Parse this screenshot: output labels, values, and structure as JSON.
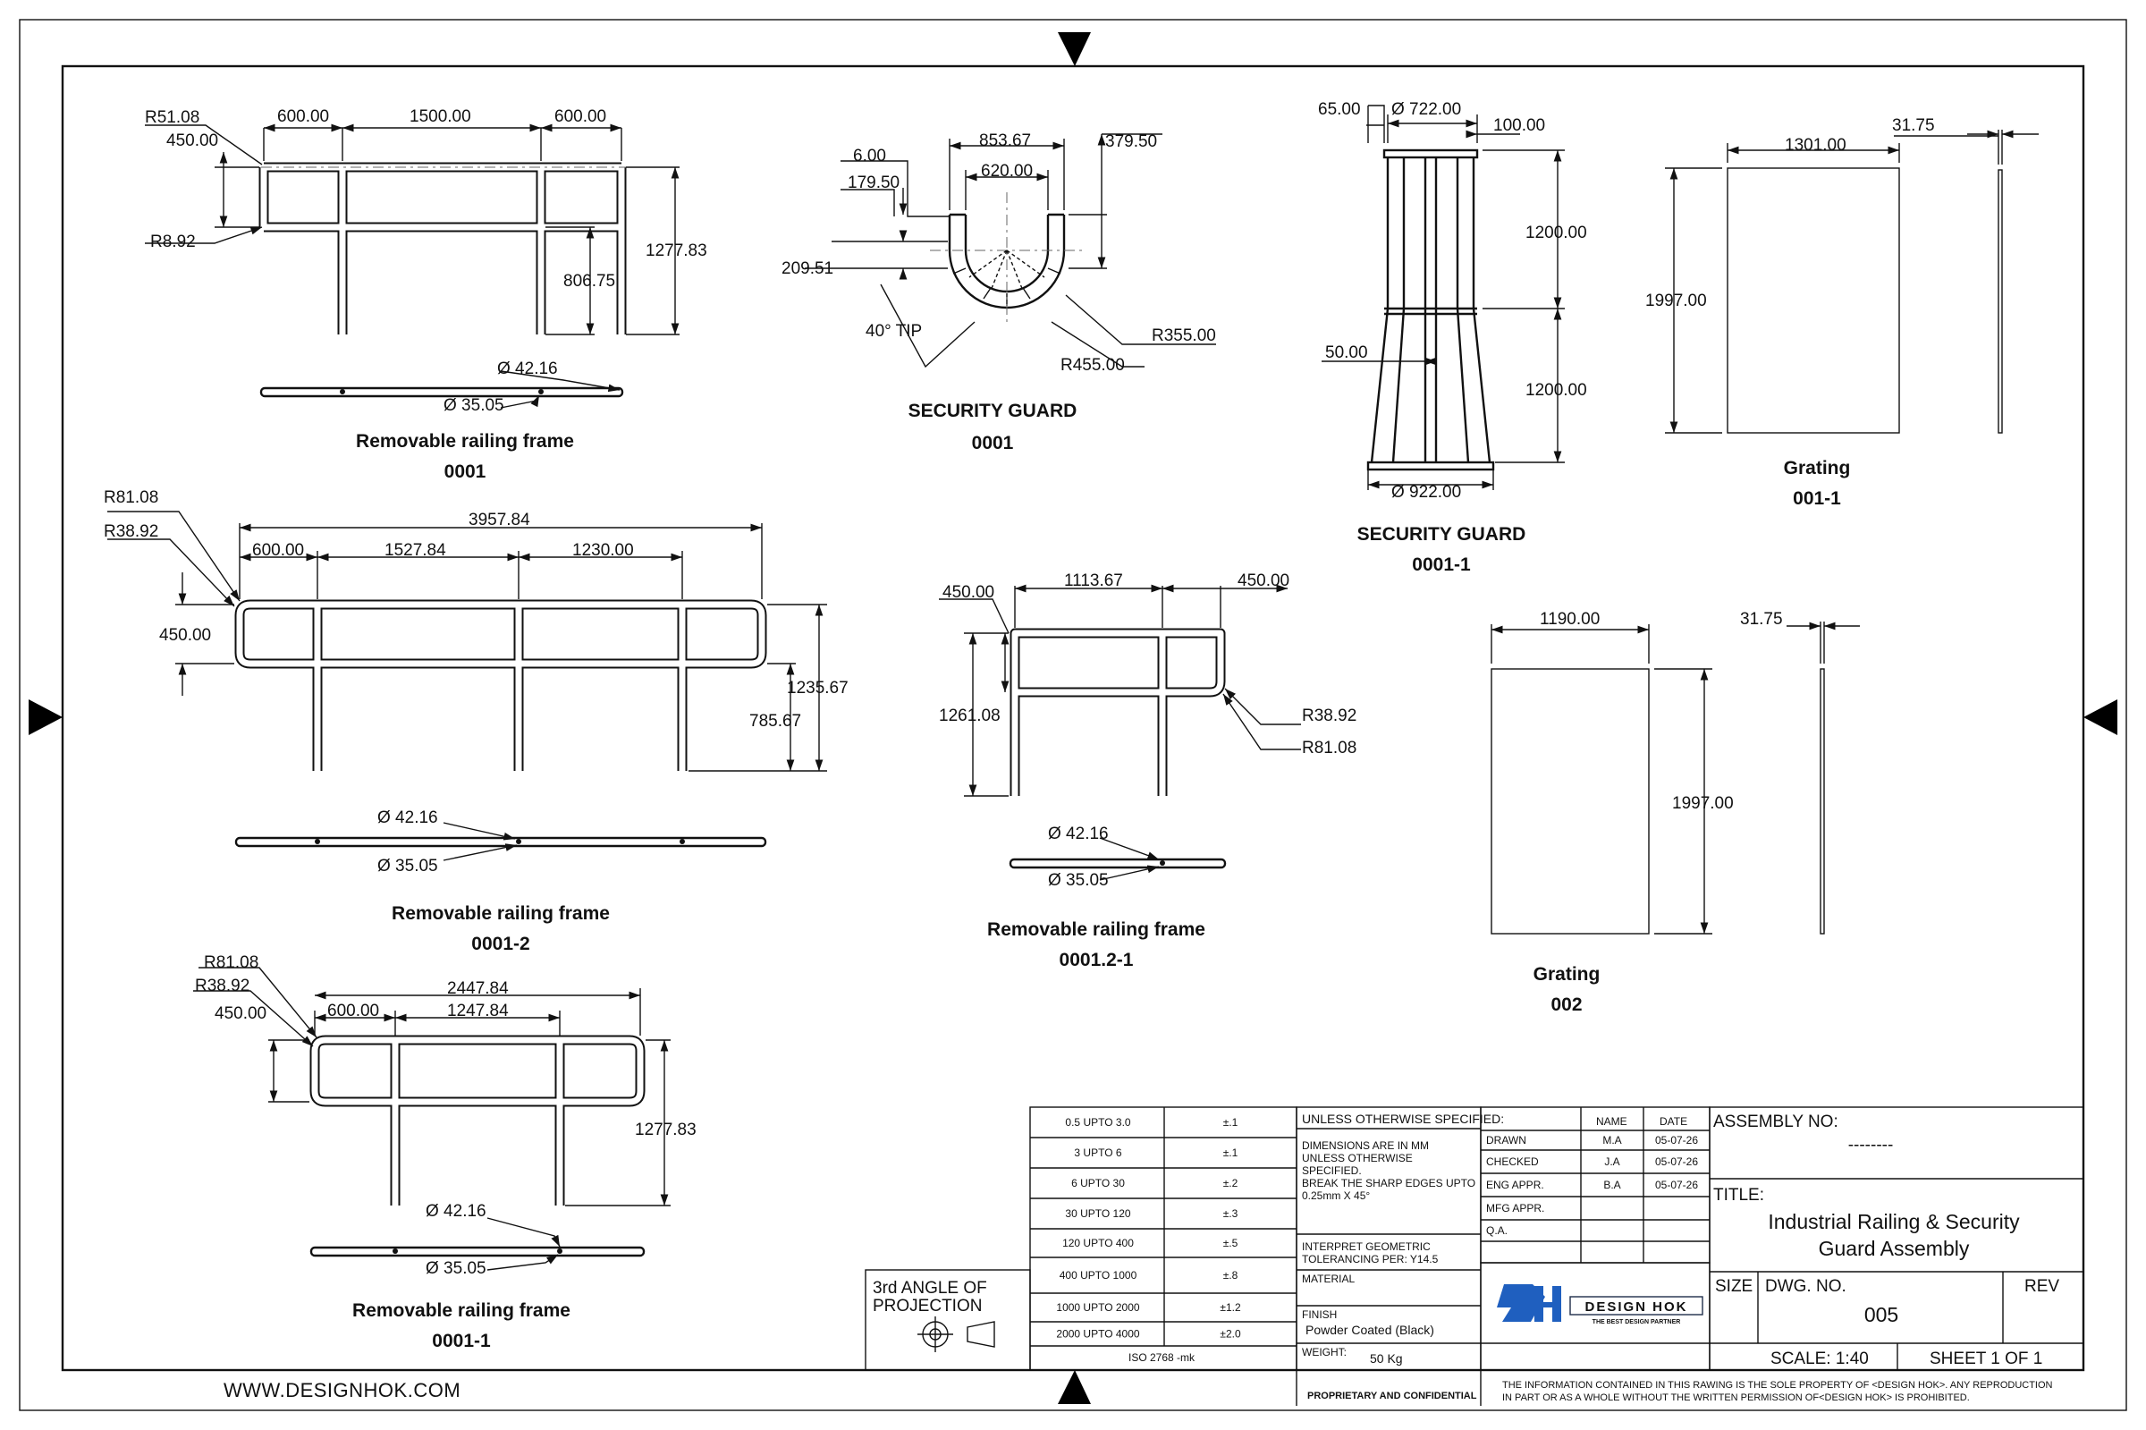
{
  "website": "WWW.DESIGNHOK.COM",
  "views": {
    "rf0001": {
      "caption1": "Removable railing frame",
      "caption2": "0001",
      "dims": [
        "R51.08",
        "450.00",
        "R8.92",
        "600.00",
        "1500.00",
        "600.00",
        "1277.83",
        "806.75",
        "Ø 42.16",
        "Ø 35.05"
      ]
    },
    "rf0001_2": {
      "caption1": "Removable railing frame",
      "caption2": "0001-2",
      "dims": [
        "R81.08",
        "R38.92",
        "3957.84",
        "600.00",
        "1527.84",
        "1230.00",
        "450.00",
        "1235.67",
        "785.67",
        "Ø 42.16",
        "Ø 35.05"
      ]
    },
    "rf0001_1": {
      "caption1": "Removable railing frame",
      "caption2": "0001-1",
      "dims": [
        "R81.08",
        "R38.92",
        "450.00",
        "600.00",
        "2447.84",
        "1247.84",
        "1277.83",
        "Ø 42.16",
        "Ø 35.05"
      ]
    },
    "sg0001": {
      "caption1": "SECURITY GUARD",
      "caption2": "0001",
      "dims": [
        "6.00",
        "179.50",
        "853.67",
        "620.00",
        "379.50",
        "209.51",
        "40° TIP",
        "R455.00",
        "R355.00"
      ]
    },
    "rf0001_2_1": {
      "caption1": "Removable railing frame",
      "caption2": "0001.2-1",
      "dims": [
        "450.00",
        "1113.67",
        "450.00",
        "1261.08",
        "R38.92",
        "R81.08",
        "Ø 42.16",
        "Ø 35.05"
      ]
    },
    "sg0001_1": {
      "caption1": "SECURITY GUARD",
      "caption2": "0001-1",
      "dims": [
        "65.00",
        "Ø 722.00",
        "100.00",
        "1200.00",
        "1200.00",
        "50.00",
        "Ø 922.00"
      ]
    },
    "grating001": {
      "caption1": "Grating",
      "caption2": "001-1",
      "dims": [
        "1301.00",
        "31.75",
        "1997.00"
      ]
    },
    "grating002": {
      "caption1": "Grating",
      "caption2": "002",
      "dims": [
        "1190.00",
        "31.75",
        "1997.00"
      ]
    }
  },
  "tolerances": {
    "rows": [
      {
        "range": "0.5 UPTO 3.0",
        "tol": "±.1"
      },
      {
        "range": "3 UPTO 6",
        "tol": "±.1"
      },
      {
        "range": "6 UPTO 30",
        "tol": "±.2"
      },
      {
        "range": "30 UPTO 120",
        "tol": "±.3"
      },
      {
        "range": "120 UPTO 400",
        "tol": "±.5"
      },
      {
        "range": "400 UPTO 1000",
        "tol": "±.8"
      },
      {
        "range": "1000 UPTO 2000",
        "tol": "±1.2"
      },
      {
        "range": "2000 UPTO 4000",
        "tol": "±2.0"
      }
    ],
    "standard": "ISO 2768 -mk"
  },
  "projection": {
    "line1": "3rd ANGLE OF",
    "line2": "PROJECTION"
  },
  "notes": {
    "header": "UNLESS OTHERWISE SPECIFIED:",
    "dims_lines": [
      "DIMENSIONS ARE IN MM",
      "UNLESS OTHERWISE",
      "SPECIFIED.",
      "BREAK THE SHARP EDGES UPTO",
      "0.25mm X 45°"
    ],
    "gdt_lines": [
      "INTERPRET GEOMETRIC",
      "TOLERANCING PER: Y14.5"
    ],
    "material_label": "MATERIAL",
    "finish_label": "FINISH",
    "finish_value": "Powder Coated (Black)",
    "weight_label": "WEIGHT:",
    "weight_value": "50 Kg",
    "proprietary": "PROPRIETARY AND CONFIDENTIAL"
  },
  "approvals": {
    "name_header": "NAME",
    "date_header": "DATE",
    "rows": [
      {
        "role": "DRAWN",
        "name": "M.A",
        "date": "05-07-26"
      },
      {
        "role": "CHECKED",
        "name": "J.A",
        "date": "05-07-26"
      },
      {
        "role": "ENG APPR.",
        "name": "B.A",
        "date": "05-07-26"
      },
      {
        "role": "MFG APPR.",
        "name": "",
        "date": ""
      },
      {
        "role": "Q.A.",
        "name": "",
        "date": ""
      }
    ]
  },
  "logo": {
    "name": "DESIGN HOK",
    "tagline": "THE BEST DESIGN PARTNER"
  },
  "title_block": {
    "assembly_label": "ASSEMBLY NO:",
    "assembly_value": "--------",
    "title_label": "TITLE:",
    "title_line1": "Industrial Railing & Security",
    "title_line2": "Guard Assembly",
    "size_label": "SIZE",
    "dwg_label": "DWG.  NO.",
    "dwg_value": "005",
    "rev_label": "REV",
    "scale": "SCALE: 1:40",
    "sheet": "SHEET 1 OF 1",
    "disclaimer_line1": "THE INFORMATION CONTAINED IN THIS RAWING IS THE SOLE PROPERTY OF <DESIGN HOK>.  ANY REPRODUCTION",
    "disclaimer_line2": "IN PART OR AS A WHOLE WITHOUT THE WRITTEN PERMISSION OF<DESIGN HOK> IS PROHIBITED."
  },
  "colors": {
    "line": "#111111",
    "logo_blue": "#1f5fbf"
  }
}
